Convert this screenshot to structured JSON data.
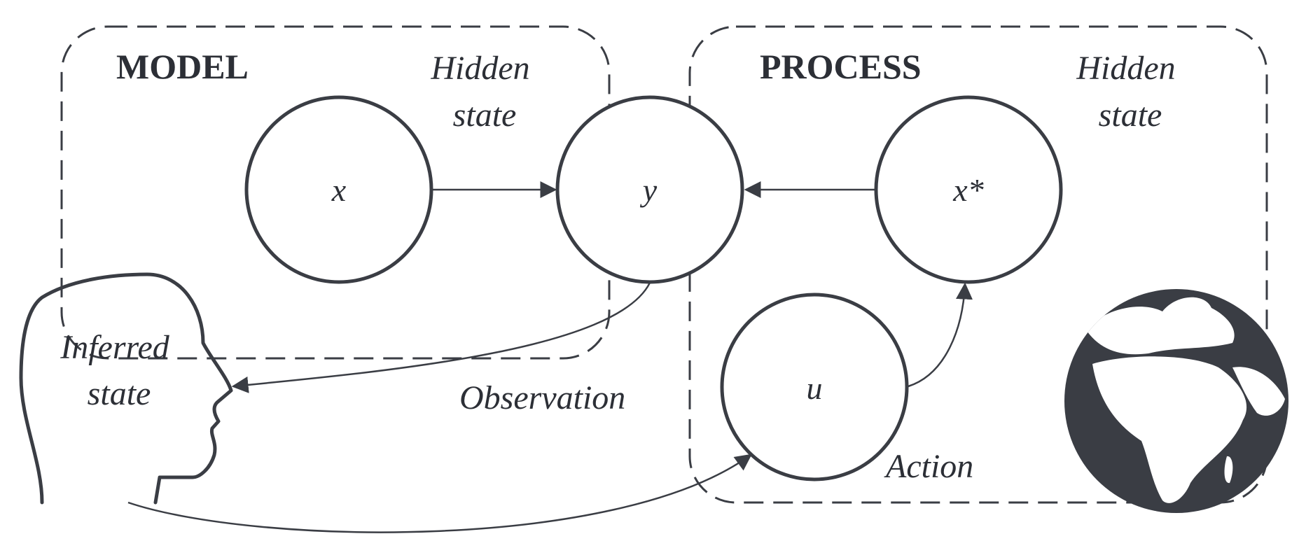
{
  "model": {
    "title": "MODEL",
    "hidden_state": [
      "Hidden",
      "state"
    ]
  },
  "process": {
    "title": "PROCESS",
    "hidden_state": [
      "Hidden",
      "state"
    ]
  },
  "nodes": {
    "x": "x",
    "y": "y",
    "x_star": "x*",
    "u": "u"
  },
  "labels": {
    "inferred_state": [
      "Inferred",
      "state"
    ],
    "observation": "Observation",
    "action": "Action"
  },
  "icons": {
    "head": "human-head-icon",
    "globe": "earth-globe-icon"
  },
  "colors": {
    "ink": "#3a3d44",
    "text": "#2c2f36",
    "background": "#ffffff"
  }
}
